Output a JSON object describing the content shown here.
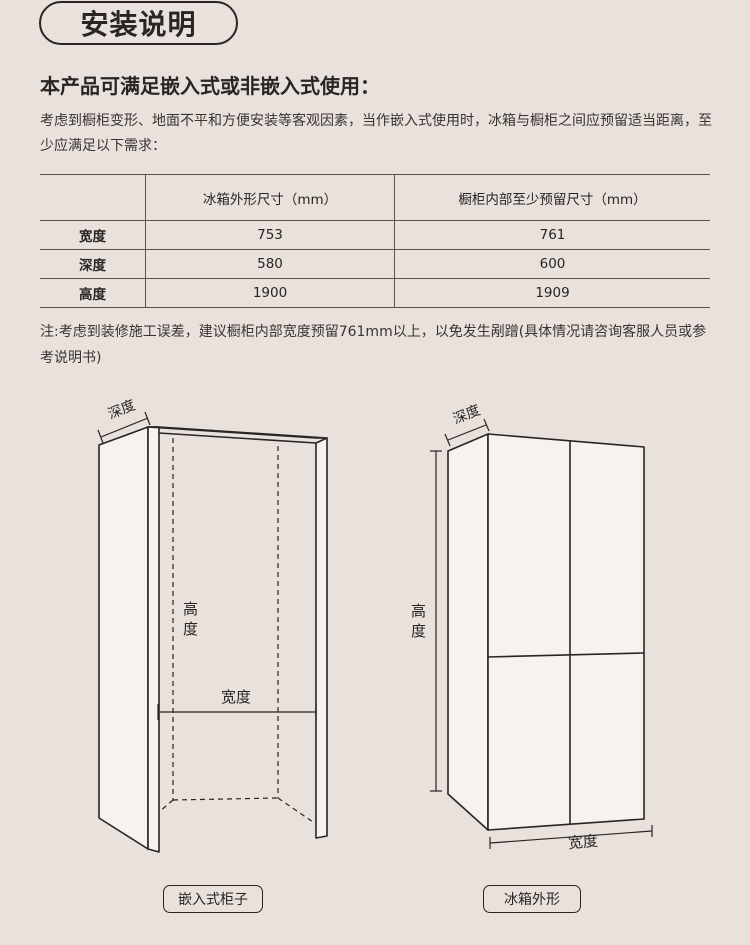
{
  "title": "安装说明",
  "heading": "本产品可满足嵌入式或非嵌入式使用：",
  "intro": "考虑到橱柜变形、地面不平和方便安装等客观因素，当作嵌入式使用时，冰箱与橱柜之间应预留适当距离，至少应满足以下需求：",
  "table": {
    "headers": [
      "",
      "冰箱外形尺寸（mm）",
      "橱柜内部至少预留尺寸（mm）"
    ],
    "rows": [
      {
        "label": "宽度",
        "fridge": "753",
        "cabinet": "761"
      },
      {
        "label": "深度",
        "fridge": "580",
        "cabinet": "600"
      },
      {
        "label": "高度",
        "fridge": "1900",
        "cabinet": "1909"
      }
    ]
  },
  "note": "注:考虑到装修施工误差，建议橱柜内部宽度预留761mm以上，以免发生剐蹭(具体情况请咨询客服人员或参考说明书)",
  "cabinet_diagram": {
    "depth_label": "深度",
    "height_label_1": "高",
    "height_label_2": "度",
    "width_label": "宽度",
    "caption": "嵌入式柜子"
  },
  "fridge_diagram": {
    "depth_label": "深度",
    "height_label_1": "高",
    "height_label_2": "度",
    "width_label": "宽度",
    "caption": "冰箱外形"
  },
  "colors": {
    "background": "#e8e1dc",
    "ink": "#2a2522"
  }
}
